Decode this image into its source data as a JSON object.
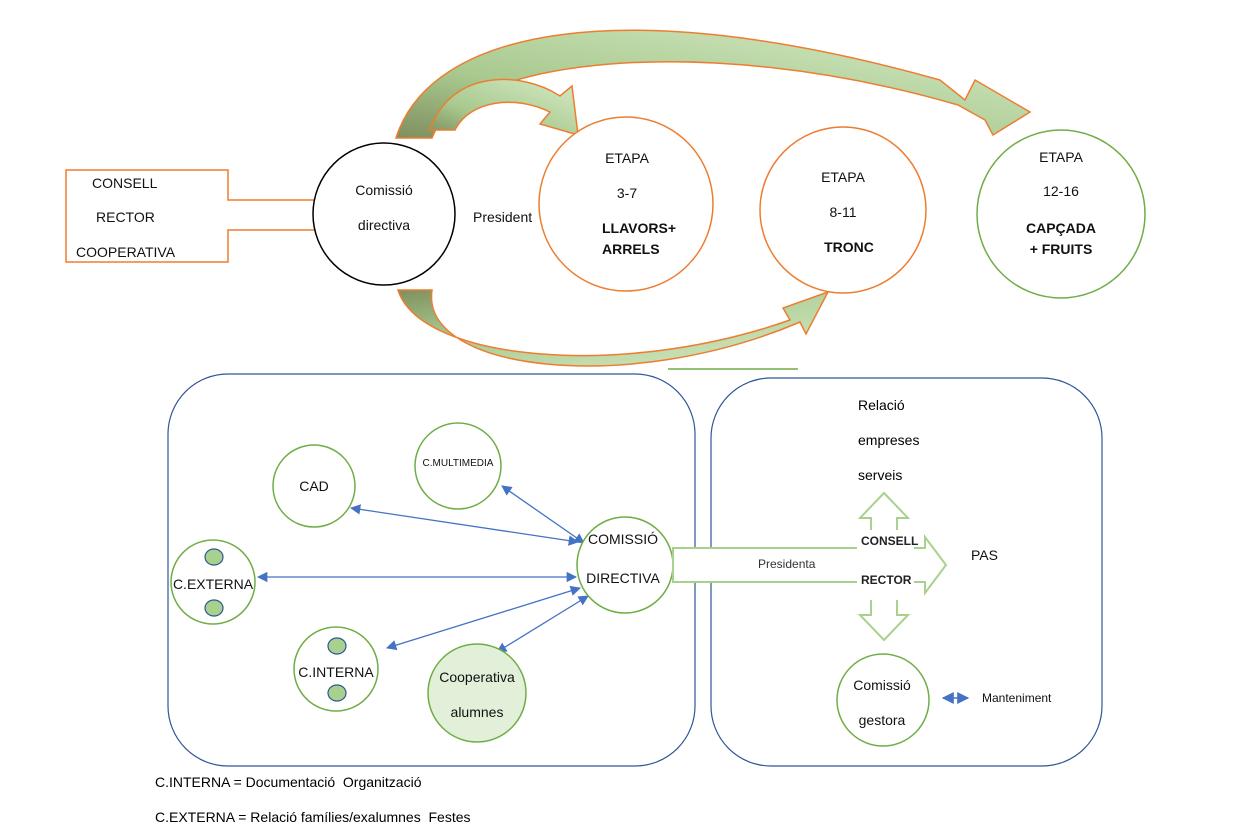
{
  "top": {
    "consell": [
      "CONSELL",
      "RECTOR",
      "COOPERATIVA"
    ],
    "comissio": [
      "Comissió",
      "directiva"
    ],
    "president": "President",
    "etapa1": {
      "label": "ETAPA",
      "range": "3-7",
      "name1": "LLAVORS+",
      "name2": "ARRELS"
    },
    "etapa2": {
      "label": "ETAPA",
      "range": "8-11",
      "name1": "TRONC"
    },
    "etapa3": {
      "label": "ETAPA",
      "range": "12-16",
      "name1": "CAPÇADA",
      "name2": "+ FRUITS"
    }
  },
  "bottom": {
    "cad": "CAD",
    "multimedia": "C.MULTIMEDIA",
    "externa": "C.EXTERNA",
    "interna": "C.INTERNA",
    "cooperativa": [
      "Cooperativa",
      "alumnes"
    ],
    "comissio_directiva": [
      "COMISSIÓ",
      "DIRECTIVA"
    ],
    "presidenta": "Presidenta",
    "consell_rector": [
      "CONSELL",
      "RECTOR"
    ],
    "pas": "PAS",
    "relacio": [
      "Relació",
      "empreses",
      "serveis"
    ],
    "gestora": [
      "Comissió",
      "gestora"
    ],
    "manteniment": "Manteniment"
  },
  "legend": {
    "interna": "C.INTERNA = Documentació  Organització",
    "externa": "C.EXTERNA = Relació famílies/exalumnes  Festes"
  },
  "colors": {
    "orange": "#ED7D31",
    "green": "#70AD47",
    "green_fill": "#C5E0B4",
    "green_light": "#E2F0D9",
    "blue": "#4472C4",
    "panel_border": "#2F5597"
  }
}
